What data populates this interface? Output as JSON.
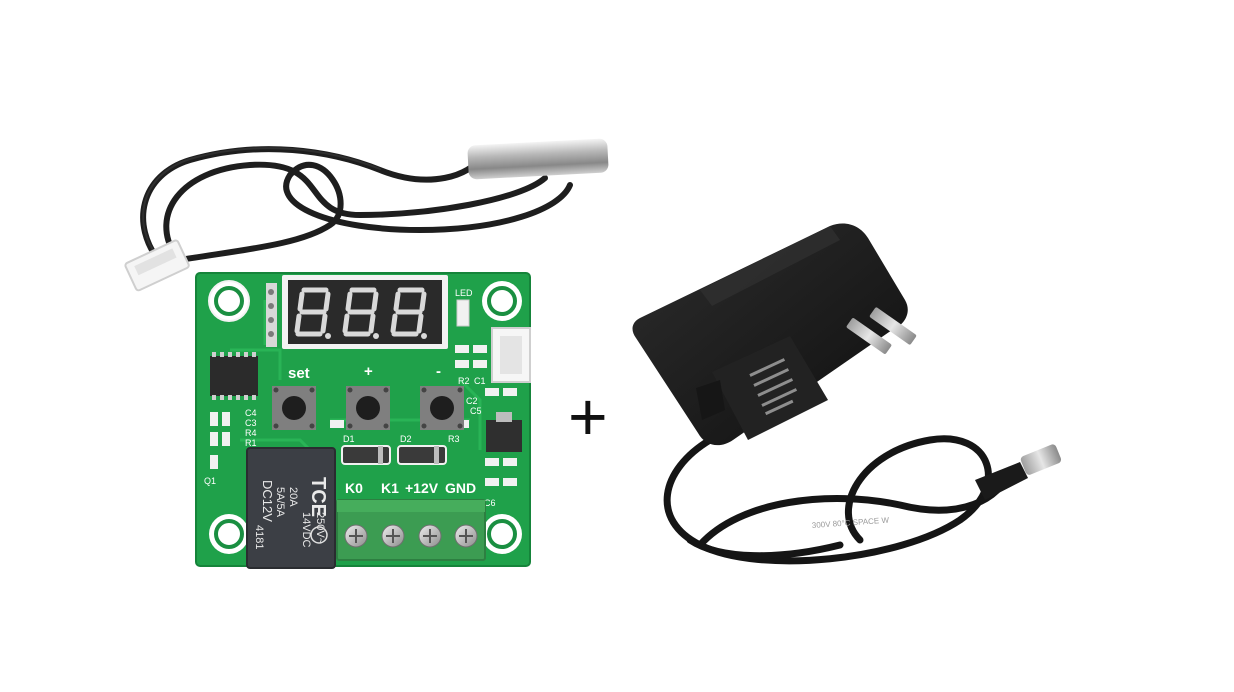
{
  "board": {
    "labels": {
      "set": "set",
      "plus": "+",
      "minus": "-",
      "led": "LED",
      "r2": "R2",
      "c1": "C1",
      "c2": "C2",
      "c4": "C4",
      "c3": "C3",
      "r1": "R1",
      "r4": "R4",
      "d1": "D1",
      "d2": "D2",
      "r3": "R3",
      "c5": "C5",
      "q1": "Q1",
      "c6": "C6"
    },
    "terminals": {
      "k0": "K0",
      "k1": "K1",
      "v12": "+12V",
      "gnd": "GND"
    }
  },
  "relay": {
    "brand": "TCE",
    "line1": "20A",
    "line2": "5A/5A",
    "line3": "DC12V",
    "line4": "14VDC",
    "line5": "250V~",
    "line6": "4181"
  },
  "plus_sign": "+",
  "cable_print": "300V  80°C  SPACE  W",
  "colors": {
    "pcb": "#1fa14a",
    "pcb_dark": "#15843a",
    "terminal": "#3c9c52",
    "display": "#2a2a2a",
    "segment": "#d9d9d9",
    "relay": "#3c3f45",
    "adapter": "#1b1b1b"
  }
}
